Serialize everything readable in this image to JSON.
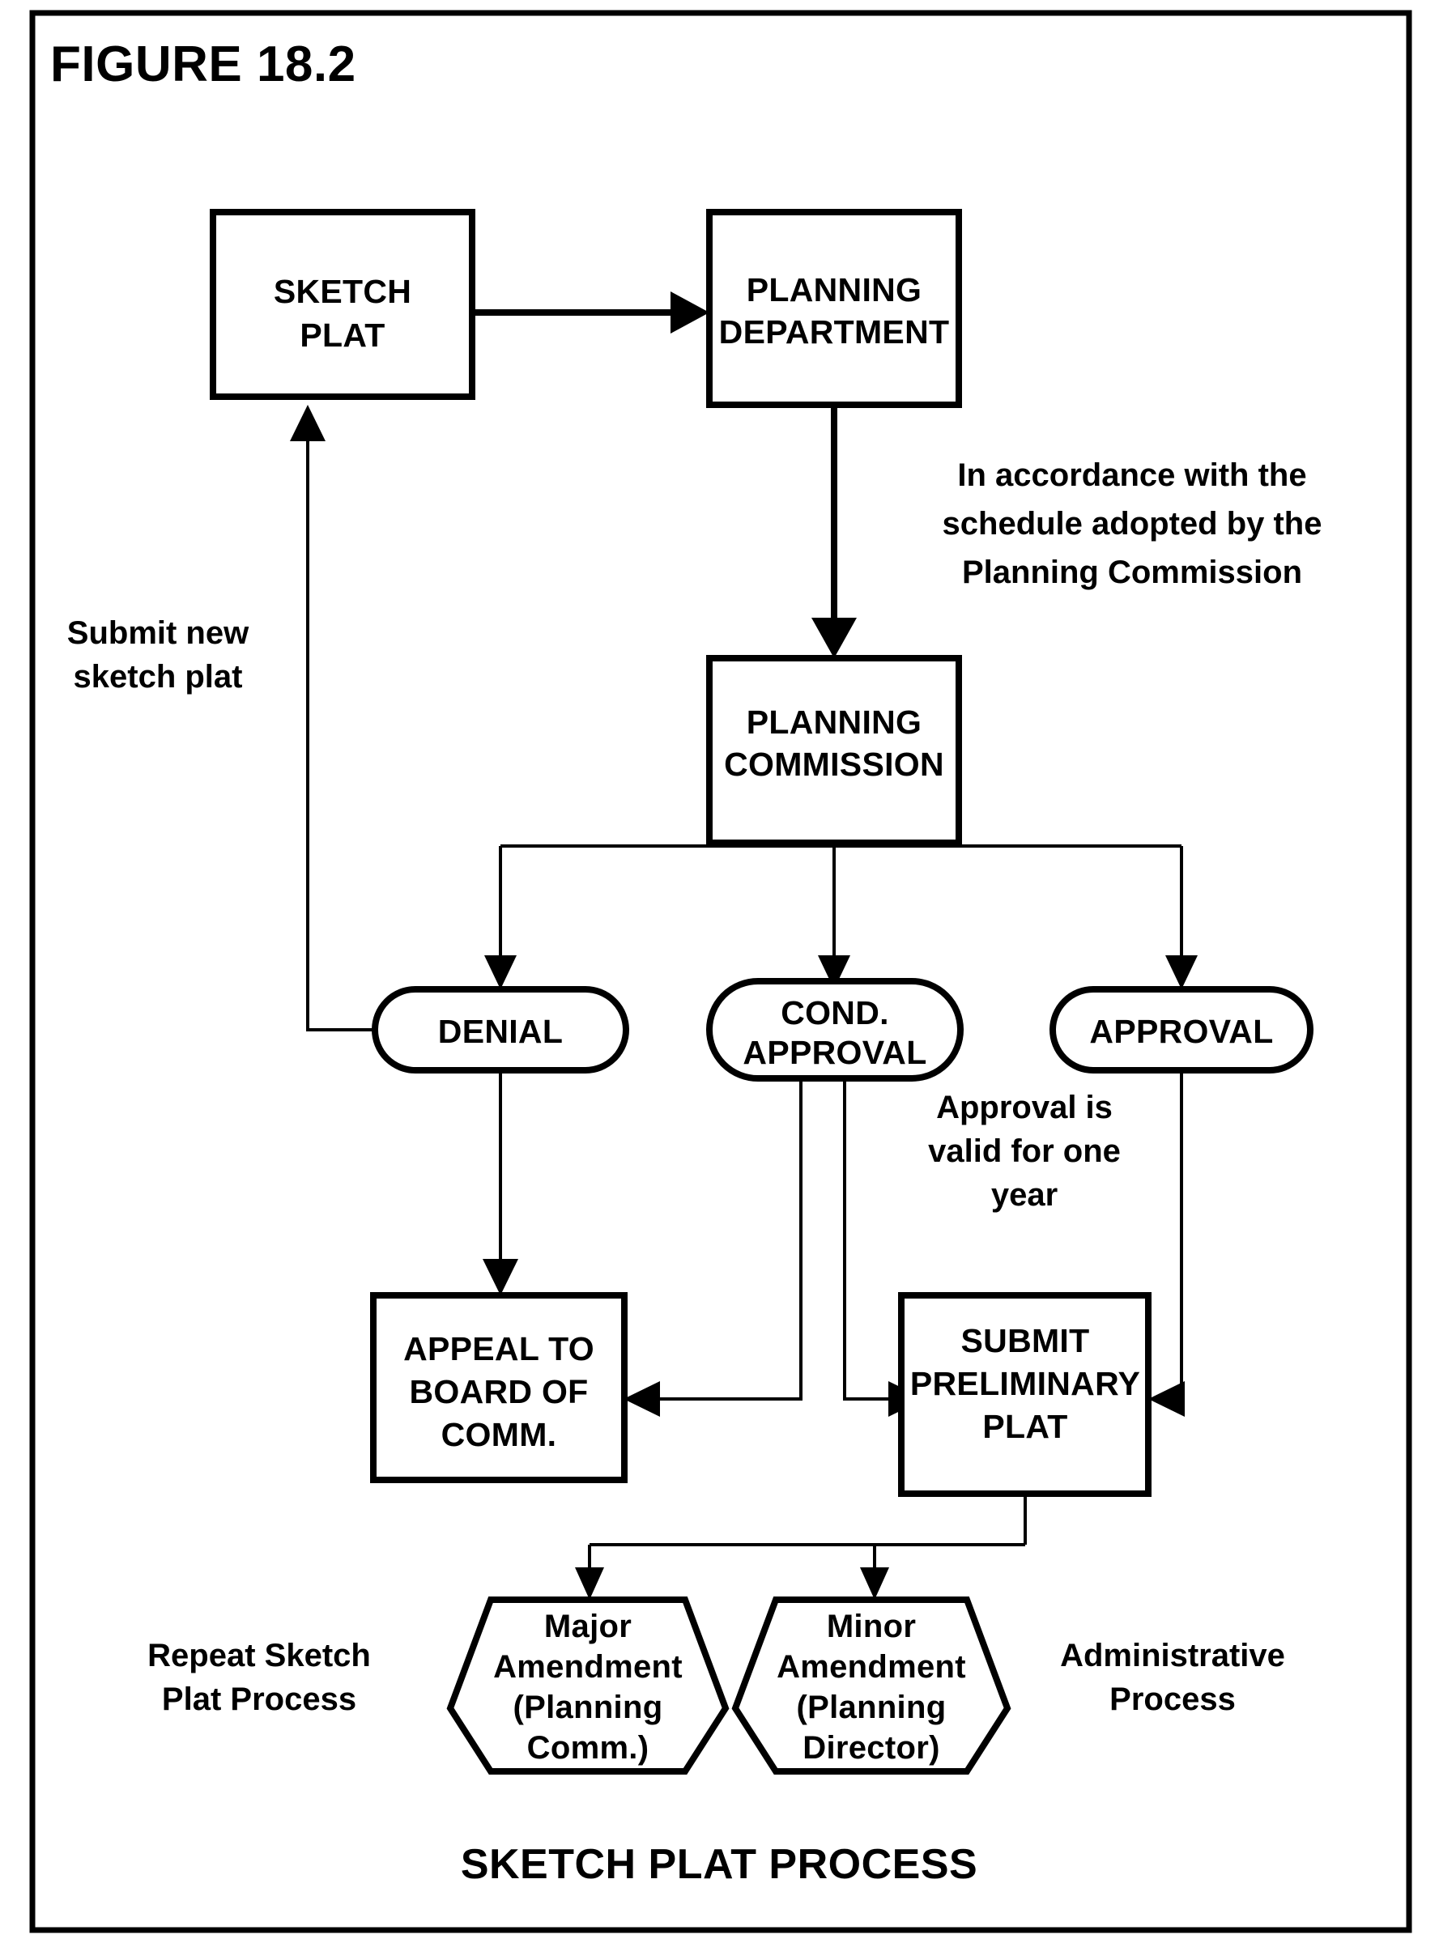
{
  "figure": {
    "number_label": "FIGURE 18.2",
    "caption": "SKETCH PLAT PROCESS"
  },
  "nodes": {
    "sketch_plat": {
      "line1": "SKETCH",
      "line2": "PLAT"
    },
    "planning_department": {
      "line1": "PLANNING",
      "line2": "DEPARTMENT"
    },
    "planning_commission": {
      "line1": "PLANNING",
      "line2": "COMMISSION"
    },
    "denial": {
      "line1": "DENIAL"
    },
    "cond_approval": {
      "line1": "COND.",
      "line2": "APPROVAL"
    },
    "approval": {
      "line1": "APPROVAL"
    },
    "appeal_board": {
      "line1": "APPEAL TO",
      "line2": "BOARD OF",
      "line3": "COMM."
    },
    "submit_preliminary_plat": {
      "line1": "SUBMIT",
      "line2": "PRELIMINARY",
      "line3": "PLAT"
    },
    "major_amendment": {
      "line1": "Major",
      "line2": "Amendment",
      "line3": "(Planning",
      "line4": "Comm.)"
    },
    "minor_amendment": {
      "line1": "Minor",
      "line2": "Amendment",
      "line3": "(Planning",
      "line4": "Director)"
    }
  },
  "annotations": {
    "schedule": {
      "line1": "In accordance with the",
      "line2": "schedule adopted by the",
      "line3": "Planning Commission"
    },
    "submit_new": {
      "line1": "Submit new",
      "line2": "sketch plat"
    },
    "approval_validity": {
      "line1": "Approval is",
      "line2": "valid for one",
      "line3": "year"
    },
    "repeat_process": {
      "line1": "Repeat Sketch",
      "line2": "Plat Process"
    },
    "administrative_process": {
      "line1": "Administrative",
      "line2": "Process"
    }
  },
  "colors": {
    "stroke": "#000000",
    "fill": "#ffffff",
    "background": "#ffffff"
  }
}
